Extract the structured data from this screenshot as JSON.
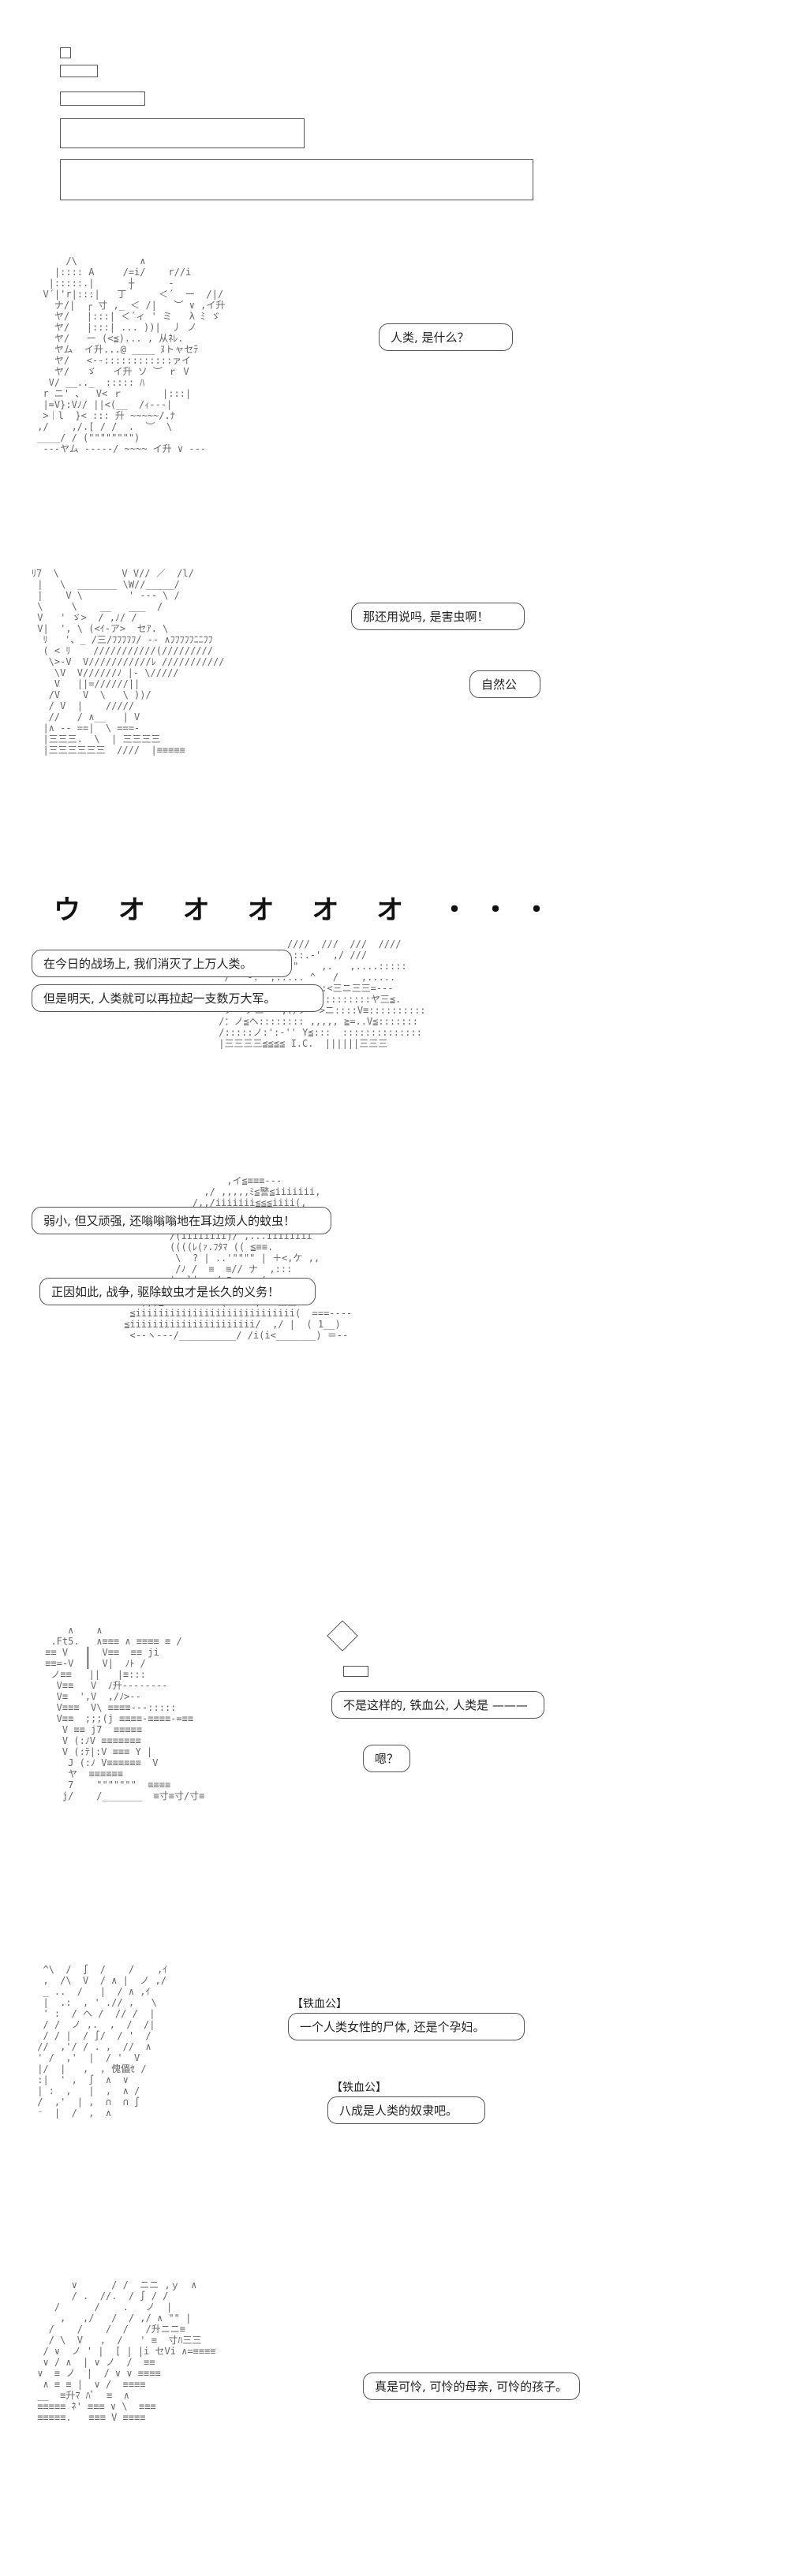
{
  "header": {
    "checkbox": "",
    "bar1": "",
    "bar2": "",
    "bar3": "",
    "bar4": ""
  },
  "panels": [
    {
      "id": 1,
      "dialog": [
        "人类, 是什么？"
      ],
      "art": "      /\\           ∧\n    |:::: A     /=i/    r//i\n   |:::::.|      ┼      -\n  V´|'r|:::|   丁｀    ＜´  ー  /|/\n    ナ/|  ┌ 寸 ,_ ＜ /|   ︶ ∨ ,イ升\n    ヤ/   |:::| ＜´ィ ' ミ   λ ﾐ ゞ\n    ヤ/   |:::| ... ))|  丿 ノ\n    ヤ/   ー (<≦)... , 从ﾈﾚ.\n    ヤム  イ升...@ ____ ﾇトャセﾃ\n    ヤ/   <--::::::::::::ァイ\n    ヤ/   ゞ   イ升 ソ ︶ ｒ V\n   V/ __.._  ::::: ﾊ\n  r ニ' 、  V< ｒ       |:::|\n  |=V}:Vﾉ/ ||<(__  /ｨ---|\n  >｜l  }< ::: 升 ~~~~~/.ﾅ\n ,/    ,/.[ / /  .  ︶  \\\n ____/ / (\"\"\"\"\"\"\"\")\n  ---ヤム -----/ ~~~~ イ升 ∨ ---"
    },
    {
      "id": 2,
      "dialog": [
        "那还用说吗, 是害虫啊！",
        "自然公"
      ],
      "art": "ﾘ7  \\           V V// ／  /l/\n |   \\  _______ \\W//_____/\n |    V \\        ' --- \\ /\n \\     \\    __   ___  /\n V   ' ゞ>  / ,ﾉ/ /\n V|  ', \\ (<ｲ-ア>  セｱ. \\\n  ﾘ   '、_ /三/ﾌﾌﾌﾌﾌ/ -- ∧ﾌﾌﾌﾌﾌﾆﾆﾌﾌ\n  ( < ﾘ    ///////////(/////////\n   \\>-V  V///////////ﾚ ///////////\n    \\V  V//////ﾉ |- \\/////\n    V   ||=//////||\n   /V    V  \\   \\ ))/\n   / V  |    /////\n   //   / ∧__   | V\n  |∧ -- ==|  \\ ===-\n  |三三三.  \\  | 三三三三\n  |三三三三三三  ////  |≡≡≡≡≡"
    },
    {
      "id": 3,
      "big": "ウ オ オ オ オ オ ・・・",
      "dialog": [
        "在今日的战场上, 我们消灭了上万人类。",
        "但是明天, 人类就可以再拉起一支数万大军。"
      ],
      "art": "             ////  ///  ///  //// \n  ---.  ,:::::::.-'  ,/ ///\n  ,///    ,. '\"    ,.   ,....:::::\n  /   -.  ,..... ^   /    ,.....\n   -...===,:::::::::<三ニ三三=---\n /ノ/ -==<  ≦≦::::::::::::::ヤ三≦.\n  ノ''ノニ'  ,./ノ' >ニ::::V≡::::::::::\n /：ノ≦ヘ:::::::: ,,,,, ≧=..V≦:::::::\n /:::::ノ:':-'' Y≦:::  ::::::::::::::\n |三三三三≦≦≦≦ I.C.  ||||||三三三 "
    },
    {
      "id": 4,
      "dialog": [
        "弱小, 但又顽强, 还嗡嗡嗡地在耳边烦人的蚊虫！",
        "正因如此, 战争, 驱除蚊虫才是长久的义务！"
      ],
      "art": "                   ,イ≦≡≡≡---\n               ,/ ,,,,,ﾐ≦警≦iiiiiii,\n             /,,/iiiiiii≦≦≦iiii(,\n           V,,,/iii/iii(iiiiiiiiiii)\n         /jiiiii(iii:::≦ ニ三iiiiiiii\n         /(iiiiiiii)/ ,...iiiiiiii\n         ((((ﾚ(ｧ.ﾌﾀﾏ (( ≦≡≡.\n          \\  ? | ..'\"\"\"\" | ＋<,ケ ,,\n          /ﾉ /  ≡  ≡// ナ  ,:::\n         | ,l|   / ﾌ---  /\n        ,,,,,,,,,,===E≡≡,=≡≡\n    ,,,≦iiiiiiiiii( ==--) ≡≡三三\n  ≦iiiiiiiiiiiiiiiiiiiiiiiiiiii(  ===----\n ≦iiiiiiiiiiiiiiiiiiiiii/  ,/ |  ( 1__)\n  <--ヽ---/__________/ /i(i<_______) ＝--"
    },
    {
      "id": 5,
      "dialog": [
        "不是这样的, 铁血公, 人类是 ———",
        "嗯？"
      ],
      "art": "     ∧    ∧\n  .Ft5.   ∧≡≡≡ ∧ ≡≡≡≡ ≡ /\n ≡≡ V   ┃  V≡≡  ≡≡ ji\n ≡≡=-V  ┃  V|  ﾉﾄ /\n  ノ≡≡   ||   |≡:::\n   V≡≡   V  ﾉ升--------\n   V≡  ',V  ,/ﾉ>--\n   V≡≡≡  V\\ ≡≡≡≡---:::::\n   V≡≡  ;;;(j ≡≡≡≡-≡≡≡≡-=≡≡\n    V ≡≡ j7  ≡≡≡≡≡\n    V (:ﾉV ≡≡≡≡≡≡≡\n    V (:ﾃ|:V ≡≡≡ Y |\n     J (:ﾉ V≡≡≡≡≡≡  V\n     ヤ  ≡≡≡≡≡≡\n     7    \"\"\"\"\"\"\"  ≡≡≡≡\n    j/    /_______  ≡寸≡寸/寸≡"
    },
    {
      "id": 6,
      "tags": [
        "【铁血公】",
        "【铁血公】"
      ],
      "dialog": [
        "一个人类女性的尸体, 还是个孕妇。",
        "八成是人类的奴隶吧。"
      ],
      "art": "  ^\\  /  ∫  /    /    ,ｲ\n  ,  /\\  V  / ∧ |  ノ ,/\n  _ ..  /   |  / ∧ ,ｲ\n  |  .:  , ' .// ,   \\\n  ' :  / ヘ /  // /  |\n  / /  ノ ,.  ,  /  /|\n  / / |  / ∫/  / '  /\n //  ,'/ / . ,  //  ∧\n ' /  ,'  |  / '  V\n |/  |   ,  , 傀儡ｾ /\n :|  ' ,  ∫  ∧  ∨\n | :  ,   |  ,  ∧ /\n /  ,'  | ,  ∩  ∩ ∫\n ⁻  |  /  ,  ∧"
    },
    {
      "id": 7,
      "dialog": [
        "真是可怜, 可怜的母亲, 可怜的孩子。"
      ],
      "art": "       ∨      / /  ニニ ,ｙ  ∧\n       / .  //.  / ∫ / /\n    /      /    .   ノ  |\n     ,   ,/   /  / ,/ ∧ \"\" |\n   /    /    /  /   /升ニニ≡\n   / \\  V   ,  /   ' ≡  寸ﾊ三三\n  / ∨  ノ ' |  [ | |i セVi ∧=≡≡≡≡\n  ∨ / ∧  | ∨ ノ  /  ≡≡\n ∨  ≡ ノ  |  / ∨ ∨ ≡≡≡≡\n  ∧ ≡ ≡ |  ∨ /  ≡≡≡≡\n __  ≡升ﾏ ﾊﾟ  ≡  ∧\n ≡≡≡≡≡ ﾈ' ≡≡≡ ∨ \\  ≡≡≡\n ≡≡≡≡≡.   ≡≡≡ V ≡≡≡≡"
    }
  ]
}
